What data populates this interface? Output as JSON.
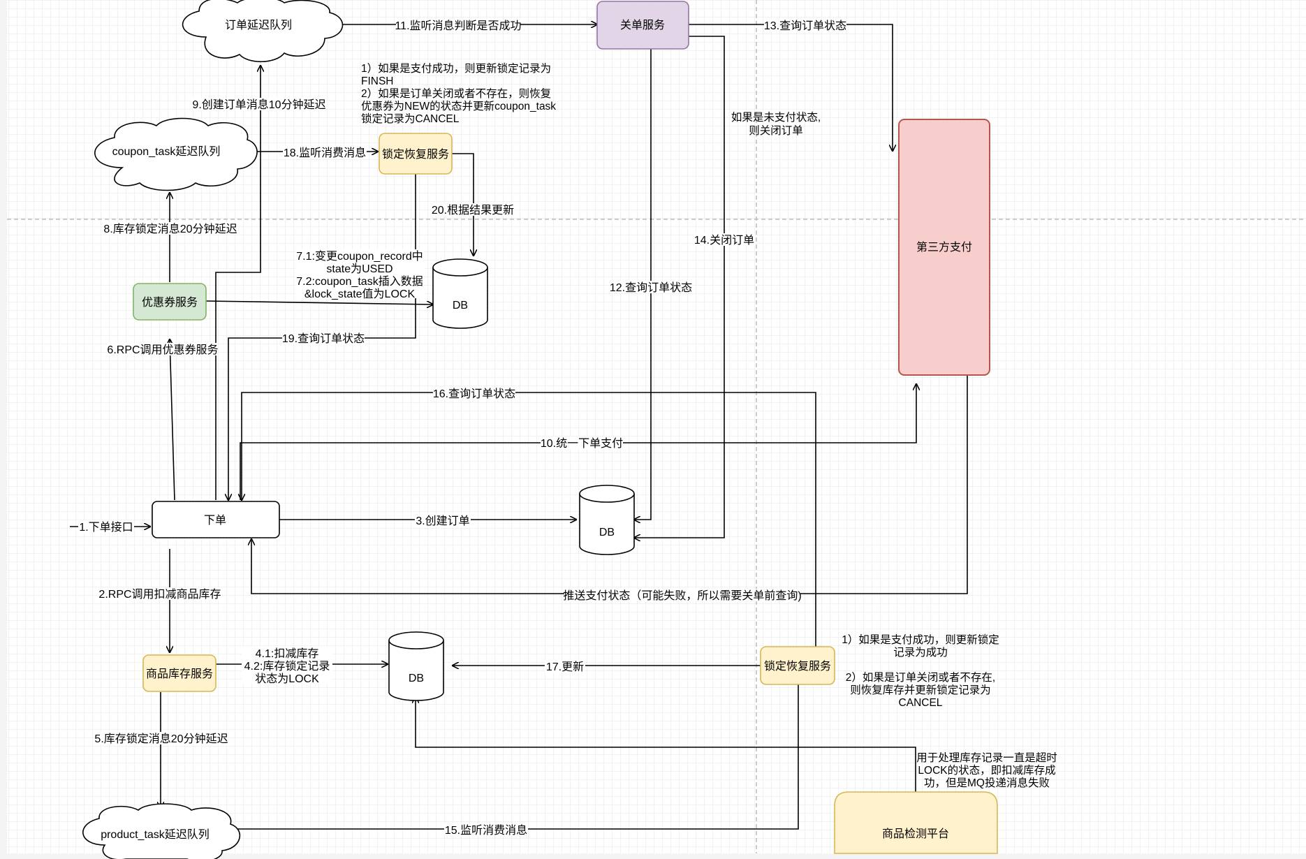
{
  "nodes": {
    "order_delay_queue": "订单延迟队列",
    "close_order_service": "关单服务",
    "coupon_task_queue": "coupon_task延迟队列",
    "lock_restore_top": "锁定恢复服务",
    "third_party_pay": "第三方支付",
    "coupon_service": "优惠券服务",
    "db_top": "DB",
    "order_db": "DB",
    "place_order": "下单",
    "stock_service": "商品库存服务",
    "stock_db": "DB",
    "lock_restore_bottom": "锁定恢复服务",
    "product_task_queue": "product_task延迟队列",
    "product_check_platform": "商品检测平台"
  },
  "edges": {
    "e1": "1.下单接口",
    "e2": "2.RPC调用扣减商品库存",
    "e3": "3.创建订单",
    "e4_1": "4.1:扣减库存",
    "e4_2": "4.2:库存锁定记录",
    "e4_3": "状态为LOCK",
    "e5": "5.库存锁定消息20分钟延迟",
    "e6": "6.RPC调用优惠券服务",
    "e7_1": "7.1:变更coupon_record中",
    "e7_2": "state为USED",
    "e7_3": "7.2:coupon_task插入数据",
    "e7_4": "&lock_state值为LOCK",
    "e8": "8.库存锁定消息20分钟延迟",
    "e9": "9.创建订单消息10分钟延迟",
    "e10": "10.统一下单支付",
    "e11": "11.监听消息判断是否成功",
    "e12": "12.查询订单状态",
    "e13": "13.查询订单状态",
    "e14": "14.关闭订单",
    "e15": "15.监听消费消息",
    "e16": "16.查询订单状态",
    "e17": "17.更新",
    "e18": "18.监听消费消息",
    "e19": "19.查询订单状态",
    "e20": "20.根据结果更新",
    "push": "推送支付状态（可能失败，所以需要关单前查询)"
  },
  "notes": {
    "coupon_note": [
      "1）如果是支付成功，则更新锁定记录为",
      "FINSH",
      "2）如果是订单关闭或者不存在，则恢复",
      "优惠券为NEW的状态并更新coupon_task",
      "锁定记录为CANCEL"
    ],
    "unpaid_note": [
      "如果是未支付状态,",
      "则关闭订单"
    ],
    "stock_note": [
      "1）如果是支付成功，则更新锁定",
      "记录为成功",
      "",
      "2）如果是订单关闭或者不存在,",
      "则恢复库存并更新锁定记录为",
      "CANCEL"
    ],
    "platform_note": [
      "用于处理库存记录一直是超时",
      "LOCK的状态，即扣减库存成",
      "功，但是MQ投递消息失败"
    ]
  },
  "colors": {
    "purple_fill": "#e1d5e7",
    "purple_stroke": "#9673a6",
    "yellow_fill": "#fff2cc",
    "yellow_stroke": "#d6b656",
    "green_fill": "#d5e8d4",
    "green_stroke": "#82b366",
    "red_fill": "#f8cecc",
    "red_stroke": "#b85450"
  }
}
